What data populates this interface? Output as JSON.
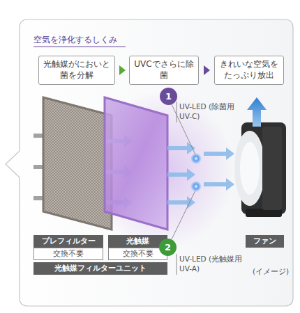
{
  "diagram": {
    "title": "空気を浄化するしくみ",
    "nodes": [
      {
        "text": [
          "光触媒がにおいと菌を分解"
        ]
      },
      {
        "text": [
          "UVCでさらに除菌"
        ]
      },
      {
        "text": [
          "きれいな空気をたっぷり放出"
        ]
      },
      {
        "text": [
          "1"
        ]
      },
      {
        "text": [
          "プレフィルター"
        ]
      },
      {
        "text": [
          "交換不要"
        ]
      },
      {
        "text": [
          "光触媒"
        ]
      },
      {
        "text": [
          "交換不要"
        ]
      },
      {
        "text": [
          "光触媒フィルターユニット"
        ]
      },
      {
        "text": [
          "2"
        ]
      },
      {
        "text": [
          "ファン"
        ]
      }
    ],
    "edges": [
      {
        "from": 0,
        "to": 1,
        "arrow": "to"
      },
      {
        "from": 1,
        "to": 2,
        "arrow": "to"
      }
    ],
    "labels": [
      "UV-LED (除菌用UV-C)",
      "UV-LED (光触媒用UV-A)",
      "(イメージ)"
    ]
  }
}
